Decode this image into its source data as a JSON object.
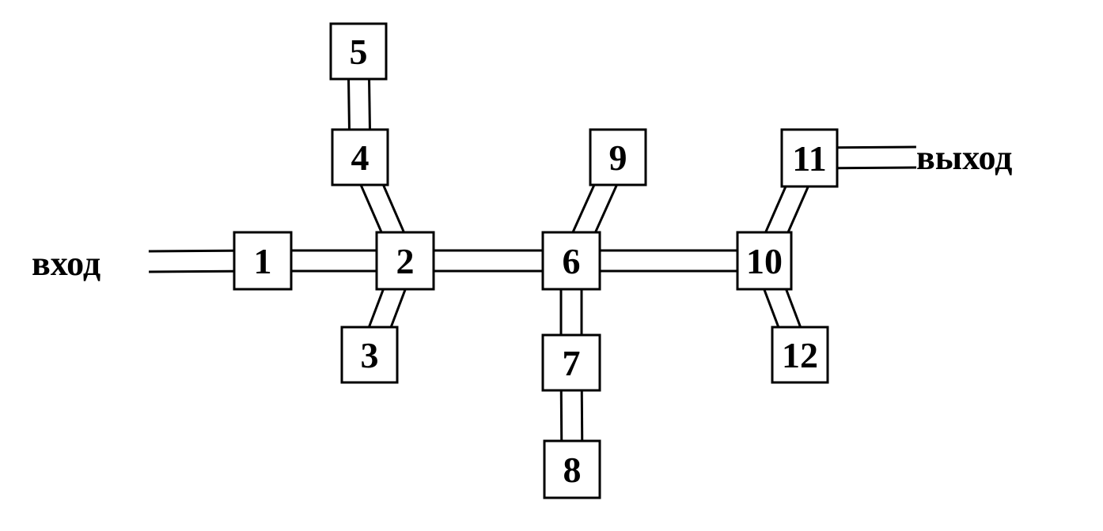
{
  "diagram": {
    "input_label": "вход",
    "output_label": "выход",
    "nodes": [
      {
        "id": "1",
        "label": "1"
      },
      {
        "id": "2",
        "label": "2"
      },
      {
        "id": "3",
        "label": "3"
      },
      {
        "id": "4",
        "label": "4"
      },
      {
        "id": "5",
        "label": "5"
      },
      {
        "id": "6",
        "label": "6"
      },
      {
        "id": "7",
        "label": "7"
      },
      {
        "id": "8",
        "label": "8"
      },
      {
        "id": "9",
        "label": "9"
      },
      {
        "id": "10",
        "label": "10"
      },
      {
        "id": "11",
        "label": "11"
      },
      {
        "id": "12",
        "label": "12"
      }
    ],
    "edges": [
      {
        "from": "input",
        "to": "1"
      },
      {
        "from": "1",
        "to": "2"
      },
      {
        "from": "2",
        "to": "3"
      },
      {
        "from": "2",
        "to": "4"
      },
      {
        "from": "4",
        "to": "5"
      },
      {
        "from": "2",
        "to": "6"
      },
      {
        "from": "6",
        "to": "9"
      },
      {
        "from": "6",
        "to": "7"
      },
      {
        "from": "7",
        "to": "8"
      },
      {
        "from": "6",
        "to": "10"
      },
      {
        "from": "10",
        "to": "11"
      },
      {
        "from": "10",
        "to": "12"
      },
      {
        "from": "11",
        "to": "output"
      }
    ]
  }
}
